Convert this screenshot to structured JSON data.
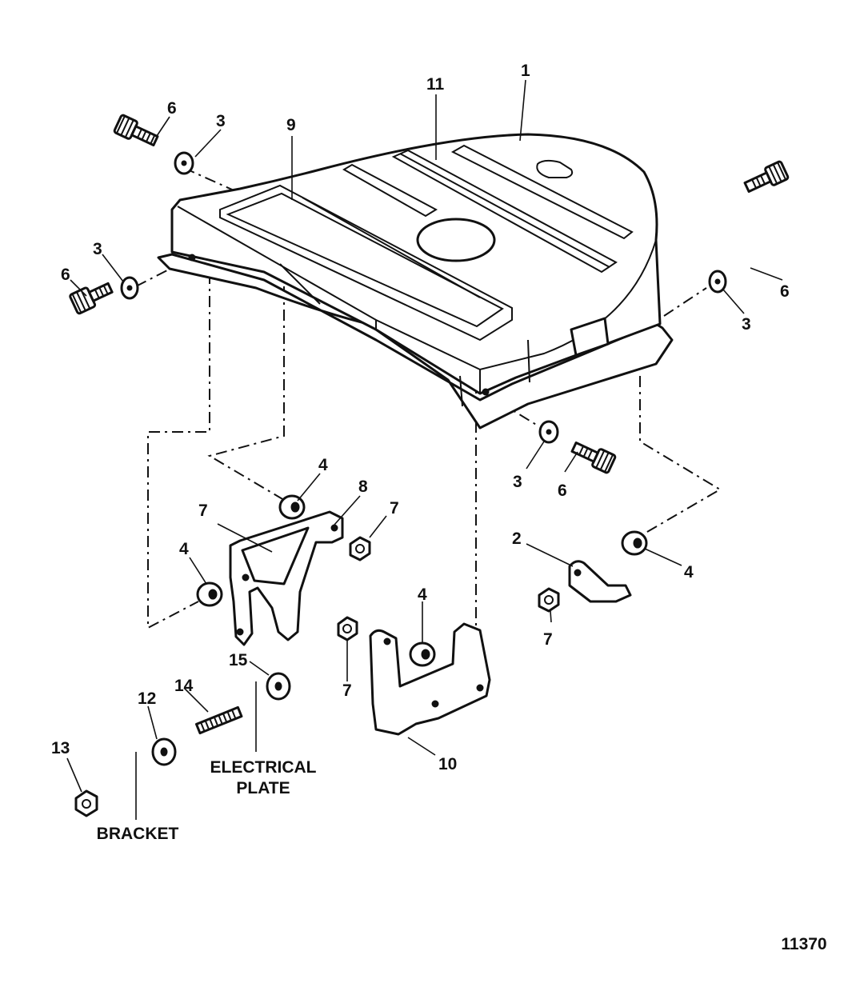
{
  "callouts": {
    "c1": "1",
    "c2": "2",
    "c3": "3",
    "c4": "4",
    "c6": "6",
    "c7": "7",
    "c8": "8",
    "c9": "9",
    "c10": "10",
    "c11": "11",
    "c12": "12",
    "c13": "13",
    "c14": "14",
    "c15": "15"
  },
  "labels": {
    "electrical_line1": "ELECTRICAL",
    "electrical_line2": "PLATE",
    "bracket": "BRACKET"
  },
  "figure_code": "11370"
}
